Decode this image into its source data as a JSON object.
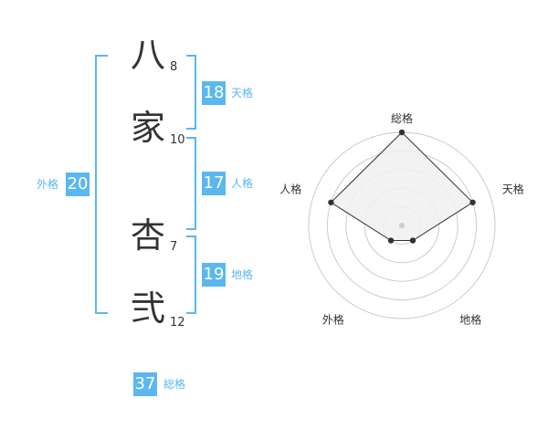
{
  "characters": [
    {
      "char": "八",
      "strokes": "8"
    },
    {
      "char": "家",
      "strokes": "10"
    },
    {
      "char": "杏",
      "strokes": "7"
    },
    {
      "char": "弐",
      "strokes": "12"
    }
  ],
  "fortunes": {
    "tenkaku": {
      "label": "天格",
      "value": "18"
    },
    "jinkaku": {
      "label": "人格",
      "value": "17"
    },
    "chikaku": {
      "label": "地格",
      "value": "19"
    },
    "gaikaku": {
      "label": "外格",
      "value": "20"
    },
    "soukaku": {
      "label": "総格",
      "value": "37"
    }
  },
  "radar": {
    "axes": [
      "総格",
      "天格",
      "地格",
      "外格",
      "人格"
    ],
    "levels": 5,
    "values": [
      5,
      4,
      1,
      1,
      4
    ],
    "accent": "#5bb7ef",
    "fill": "#f0f0f0",
    "ring": "#cccccc",
    "point": "#333333"
  }
}
